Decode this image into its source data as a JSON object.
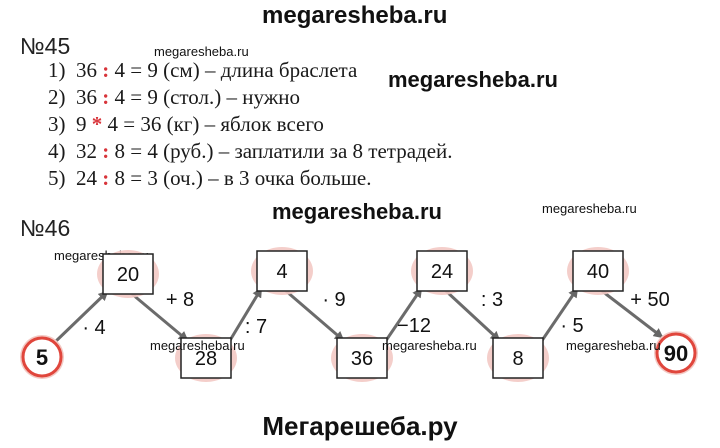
{
  "watermarks": {
    "top": "megaresheba.ru",
    "small_1": "megaresheba.ru",
    "right_1": "megaresheba.ru",
    "middle": "megaresheba.ru",
    "small_right": "megaresheba.ru",
    "small_left": "megaresheba.ru",
    "small_diag_1": "megaresheba.ru",
    "small_diag_2": "megaresheba.ru",
    "small_diag_3": "megaresheba.ru"
  },
  "task45": {
    "number": "№45",
    "lines": [
      {
        "num": "1)",
        "a": "36",
        "op": ":",
        "rest": "4 = 9 (см) – длина браслета"
      },
      {
        "num": "2)",
        "a": "36",
        "op": ":",
        "rest": "4 = 9 (стол.) – нужно"
      },
      {
        "num": "3)",
        "a": "9",
        "op": "*",
        "rest": "4 = 36 (кг) – яблок всего"
      },
      {
        "num": "4)",
        "a": "32",
        "op": ":",
        "rest": "8 = 4 (руб.) – заплатили за 8 тетрадей."
      },
      {
        "num": "5)",
        "a": "24",
        "op": ":",
        "rest": "8 = 3 (оч.) – в 3 очка больше."
      }
    ]
  },
  "task46": {
    "number": "№46",
    "start": "5",
    "end": "90",
    "boxes": [
      "20",
      "28",
      "4",
      "36",
      "24",
      "8",
      "40"
    ],
    "operations": [
      "· 4",
      "+ 8",
      ": 7",
      "· 9",
      "−12",
      ": 3",
      "· 5",
      "+ 50"
    ]
  },
  "colors": {
    "operator": "#d8343a",
    "circle_fill": "#f3c9c4",
    "circle_ring": "#e0463c"
  },
  "footer": "Мегарешеба.ру"
}
